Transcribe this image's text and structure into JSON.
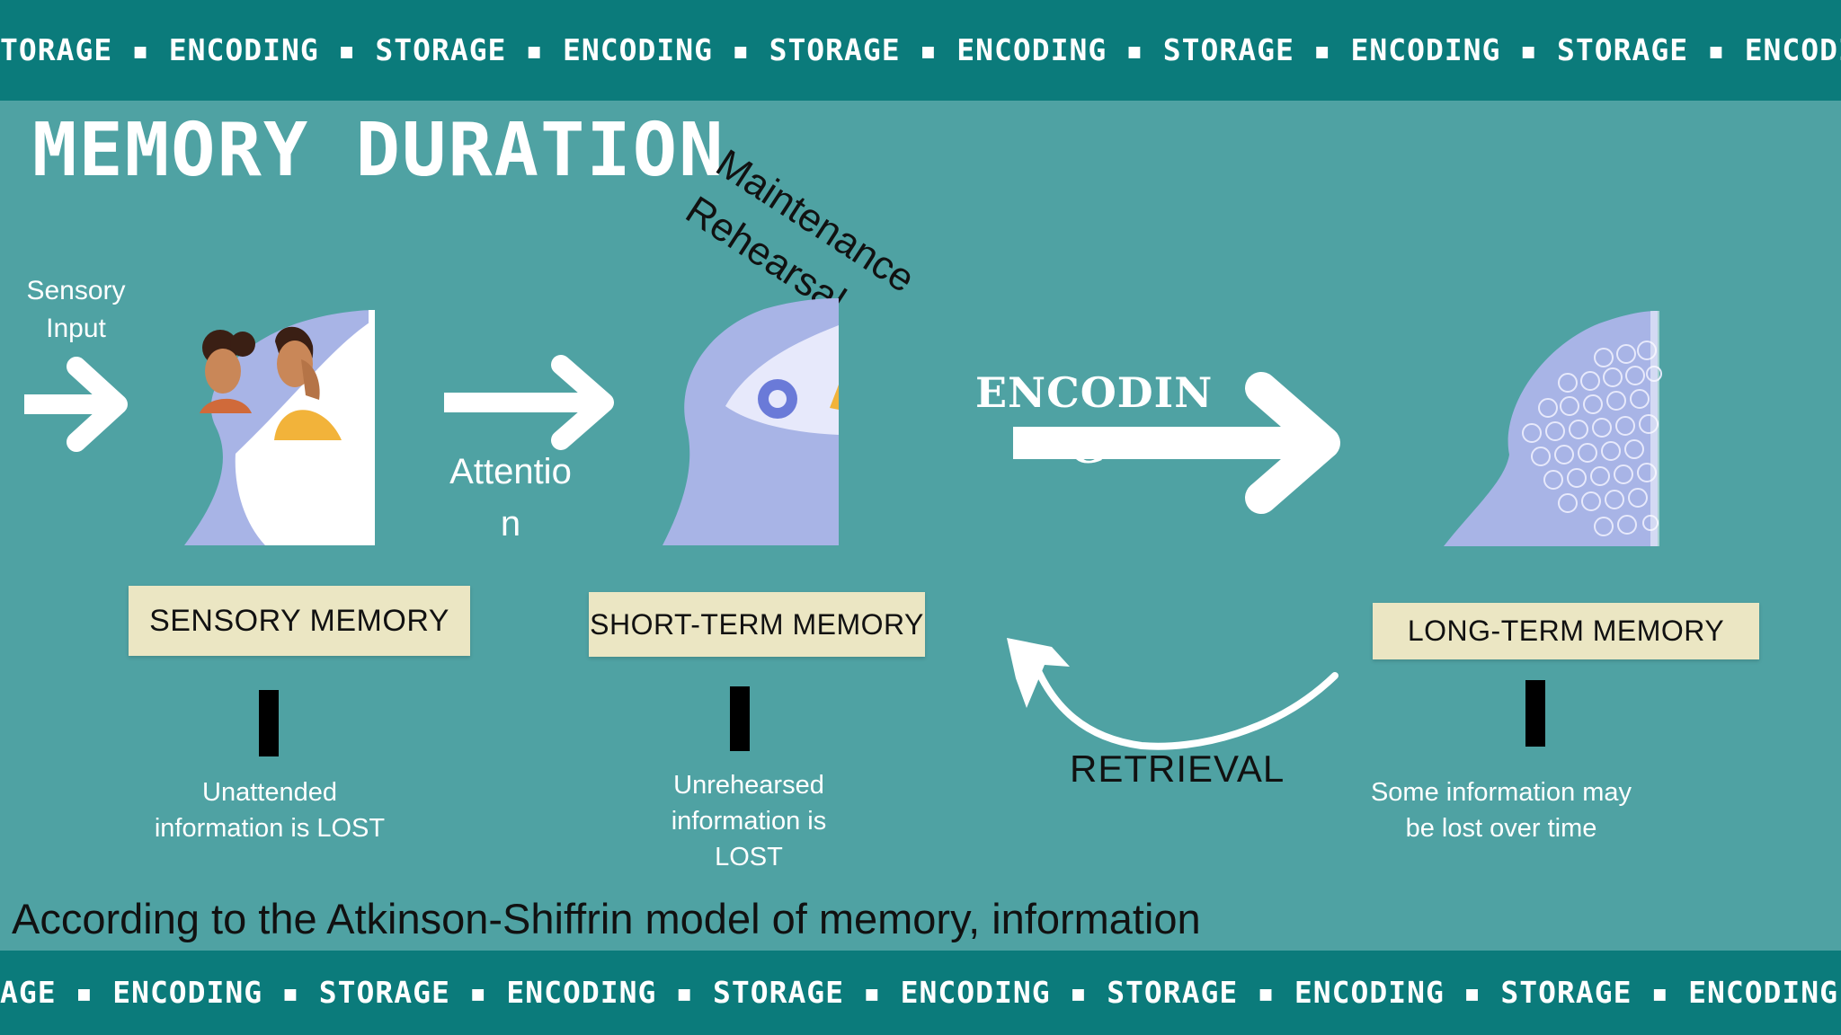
{
  "ticker": {
    "top": "TORAGE ▪ ENCODING ▪ STORAGE ▪ ENCODING ▪ STORAGE ▪ ENCODING ▪ STORAGE ▪ ENCODING ▪ STORAGE ▪ ENCODING ▪ STORAGE ▪ ENCO",
    "bottom": "AGE ▪ ENCODING ▪ STORAGE ▪ ENCODING ▪ STORAGE ▪ ENCODING ▪ STORAGE ▪ ENCODING ▪ STORAGE ▪ ENCODING ▪ STORAGE ▪ ENCODIN"
  },
  "title": "MEMORY DURATION",
  "sensory_input": {
    "line1": "Sensory",
    "line2": "Input"
  },
  "attention": {
    "line1": "Attentio",
    "line2": "n"
  },
  "maintenance": {
    "line1": "Maintenance",
    "line2": "Rehearsal"
  },
  "encoding": {
    "line1": "ENCODIN",
    "line2": "G"
  },
  "retrieval": "RETRIEVAL",
  "stages": {
    "sensory": {
      "label": "SENSORY MEMORY",
      "note1": "Unattended",
      "note2": "information is LOST"
    },
    "short_term": {
      "label": "SHORT-TERM MEMORY",
      "note1": "Unrehearsed",
      "note2": "information is",
      "note3": "LOST"
    },
    "long_term": {
      "label": "LONG-TERM MEMORY",
      "note1": "Some information may",
      "note2": "be lost over time"
    }
  },
  "caption": "According to the Atkinson-Shiffrin model of memory, information",
  "colors": {
    "background": "#4fa2a3",
    "band": "#0b7b7b",
    "head": "#a8b4e6",
    "label_box": "#ebe6c3",
    "eye_ring": "#6a7ad8",
    "beak": "#f2b33a"
  }
}
